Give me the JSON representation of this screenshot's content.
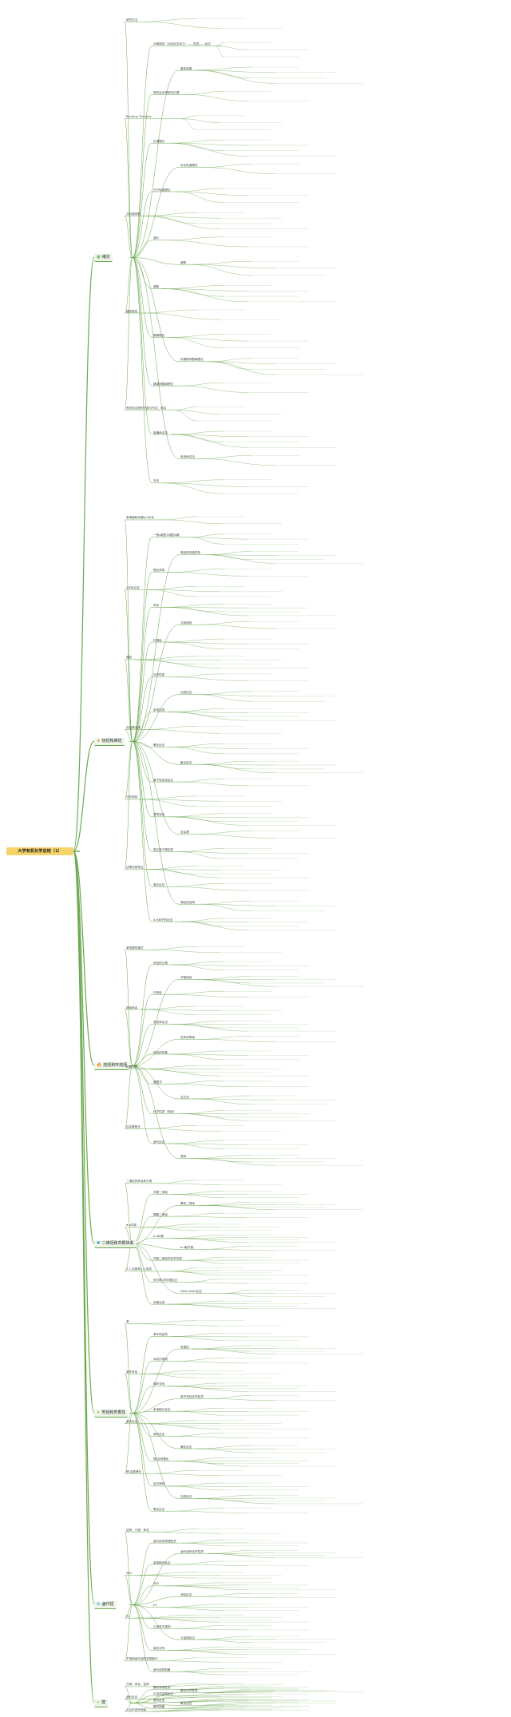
{
  "root": "大学有机化学总结（1）",
  "colors": {
    "root_bg": "#f6d36a",
    "line": "#6aa84f",
    "text": "#444444"
  },
  "sections": [
    {
      "id": "s0",
      "icon": "chart-icon",
      "glyph": "▦",
      "label": "绪论",
      "color": "#4a9e4a"
    },
    {
      "id": "s1",
      "icon": "star-icon",
      "glyph": "★",
      "label": "烷烃和烯烃",
      "color": "#e07b39"
    },
    {
      "id": "s2",
      "icon": "fire-icon",
      "glyph": "🔥",
      "label": "烷烃和环烷烃",
      "color": "#d9534f"
    },
    {
      "id": "s3",
      "icon": "heart-icon",
      "glyph": "♥",
      "label": "二烯烃和共轭体系",
      "color": "#3b8ed0"
    },
    {
      "id": "s4",
      "icon": "puzzle-icon",
      "glyph": "✦",
      "label": "芳烃和芳香性",
      "color": "#e07b39"
    },
    {
      "id": "s5",
      "icon": "gear-icon",
      "glyph": "⚙",
      "label": "卤代烃",
      "color": "#3b8ed0"
    },
    {
      "id": "s6",
      "icon": "check-icon",
      "glyph": "✔",
      "label": "醇",
      "color": "#6aa84f"
    }
  ],
  "nodes": {
    "s0": [
      "研究方法",
      "分离提纯（为定反应动力）——性质——反应",
      "鉴定纯度",
      "有机化合物和共价键",
      "Bonding Theories",
      "价键理论",
      "杂化轨道理论",
      "分子轨道理论",
      "共价键参数",
      "键长",
      "键角",
      "键能",
      "键的极性",
      "酸碱理论",
      "布朗斯特酸碱理论",
      "路易斯酸碱理论",
      "有机化合物的分类与写法、命名",
      "普通命名法",
      "系统命名法",
      "写法"
    ],
    "s1": [
      "单烯键和双键sp2杂化",
      "一般s键层次键加s键",
      "烯烃的构造异构",
      "顺反异构",
      "Z/E标记法",
      "命名",
      "次序规则",
      "环烯烃",
      "烯烃",
      "化学性质",
      "加成反应",
      "亲电加成",
      "自由基加成",
      "氧化反应",
      "聚合反应",
      "离子型加成反应",
      "马氏规则",
      "诱导效应",
      "自由基",
      "碳正离子稳定性",
      "过氧化物效应",
      "氢化反应",
      "烯烃的结构",
      "α-H原子的反应"
    ],
    "s2": [
      "单双键的通式",
      "烷烃的分类",
      "开链烷烃",
      "环烷烃",
      "烷烃命名",
      "系统命名法",
      "伯仲叔季碳",
      "烷烃的构象",
      "构象异构",
      "重叠式",
      "交叉式",
      "化学性质（烷烃）",
      "自由基取代",
      "卤代反应",
      "燃烧"
    ],
    "s3": [
      "二烯烃的命名和分类",
      "共轭二烯烃",
      "累积二烯烃",
      "隔离二烯烃",
      "π-π共轭",
      "p-π共轭",
      "σ-π超共轭",
      "共轭二烯烃的化学性质",
      "1,2-加成和1,4-加成",
      "狄尔斯-阿尔德反应",
      "Diels-Alder反应",
      "双烯合成"
    ],
    "s4": [
      "苯",
      "苯环的结构",
      "芳香性",
      "休克尔规则",
      "单环芳烃",
      "稠环芳烃",
      "单环芳烃化学性质",
      "亲电取代反应",
      "卤代反应",
      "硝化反应",
      "磺化反应",
      "傅-克烷基化",
      "傅-克酰基化",
      "定位规则",
      "加成反应",
      "氧化反应"
    ],
    "s5": [
      "结构、分类、命名",
      "卤代烃的物理性质",
      "卤代烃的化学性质",
      "亲核取代反应",
      "SN1",
      "SN2",
      "消除反应",
      "E1",
      "E2",
      "扎依采夫规则",
      "与金属反应",
      "格氏试剂",
      "不饱和卤代烃的亲核取代",
      "卤代烃的制备"
    ],
    "s6": [
      "分类、命名、结构",
      "醇的物理性质",
      "醇的化学性质",
      "与活泼金属反应",
      "卤代反应",
      "脱水反应",
      "氧化反应",
      "醇的制备",
      "六元环多环烷烃"
    ]
  }
}
